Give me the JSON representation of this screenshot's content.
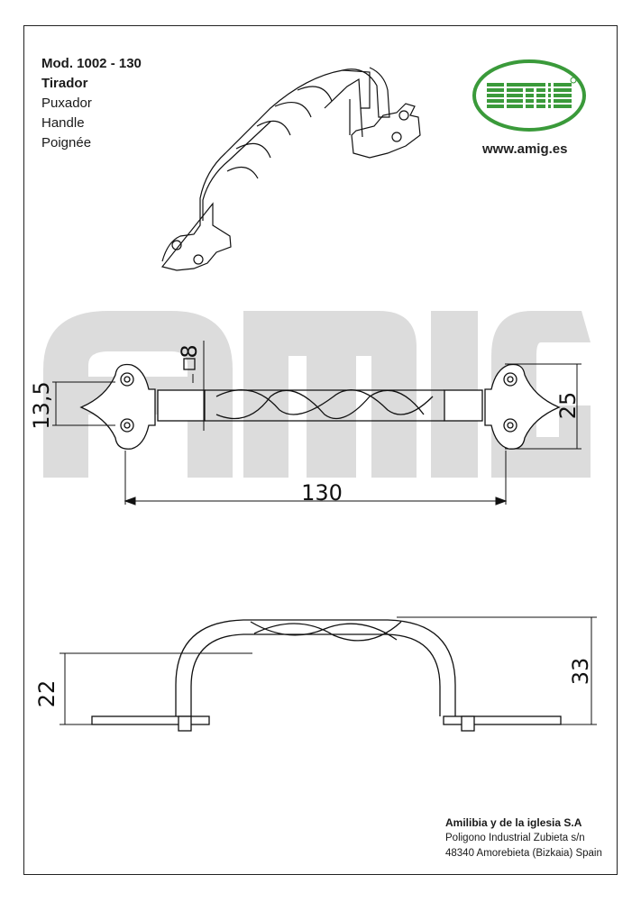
{
  "header": {
    "model": "Mod. 1002 - 130",
    "name_es": "Tirador",
    "name_eu": "Puxador",
    "name_en": "Handle",
    "name_fr": "Poignée"
  },
  "brand": {
    "logo_text": "amig",
    "url": "www.amig.es",
    "green": "#3a9a3a",
    "watermark_gray": "#d9d9d9"
  },
  "dimensions": {
    "length": "130",
    "width_plate": "13,5",
    "width_right": "25",
    "bar_section": "8",
    "height_top": "33",
    "height_base": "22"
  },
  "company": {
    "name": "Amilibia y de la iglesia S.A",
    "address1": "Poligono Industrial Zubieta s/n",
    "address2": "48340 Amorebieta (Bizkaia) Spain"
  }
}
